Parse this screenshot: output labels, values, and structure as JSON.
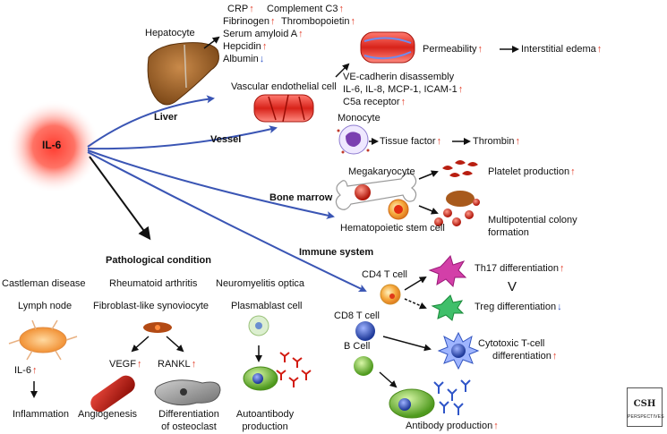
{
  "center": {
    "label": "IL-6"
  },
  "branches": {
    "liver": "Liver",
    "vessel": "Vessel",
    "bone_marrow": "Bone marrow",
    "immune": "Immune system",
    "pathological": "Pathological condition"
  },
  "liver": {
    "hepatocyte": "Hepatocyte",
    "crp": "CRP",
    "complement": "Complement C3",
    "fibrinogen": "Fibrinogen",
    "thrombopoietin": "Thrombopoietin",
    "saa": "Serum amyloid A",
    "hepcidin": "Hepcidin",
    "albumin": "Albumin"
  },
  "vessel": {
    "endothelial": "Vascular endothelial cell",
    "permeability": "Permeability",
    "edema": "Interstitial edema",
    "vecad": "VE-cadherin disassembly",
    "cytokines": "IL-6, IL-8, MCP-1, ICAM-1",
    "c5a": "C5a receptor",
    "monocyte": "Monocyte",
    "tissue_factor": "Tissue factor",
    "thrombin": "Thrombin"
  },
  "marrow": {
    "megakaryocyte": "Megakaryocyte",
    "platelet": "Platelet production",
    "hsc": "Hematopoietic stem cell",
    "multipotential_1": "Multipotential colony",
    "multipotential_2": "formation"
  },
  "immune": {
    "cd4": "CD4 T cell",
    "th17": "Th17 differentiation",
    "treg": "Treg differentiation",
    "cd8": "CD8 T cell",
    "cytotoxic_1": "Cytotoxic T-cell",
    "cytotoxic_2": "differentiation",
    "bcell": "B Cell",
    "antibody": "Antibody production",
    "compare": "V"
  },
  "pathology": {
    "castleman": "Castleman disease",
    "ra": "Rheumatoid arthritis",
    "nmo": "Neuromyelitis optica",
    "lymph_node": "Lymph node",
    "fls": "Fibroblast-like synoviocyte",
    "plasmablast": "Plasmablast cell",
    "il6": "IL-6",
    "vegf": "VEGF",
    "rankl": "RANKL",
    "inflammation": "Inflammation",
    "angiogenesis": "Angiogenesis",
    "osteoclast_1": "Differentiation",
    "osteoclast_2": "of osteoclast",
    "auto_1": "Autoantibody",
    "auto_2": "production"
  },
  "logo": {
    "top": "CSH",
    "bottom": "PERSPECTIVES"
  },
  "colors": {
    "up_arrow": "#e23a26",
    "down_arrow": "#2f55c8",
    "branch_line": "#3a55b4",
    "il6_glow": "#ff3b2f"
  },
  "icons": [
    "liver-icon",
    "vessel-icon",
    "monocyte-icon",
    "bone-icon",
    "stem-cell-icon",
    "t-cell-icon",
    "b-cell-icon",
    "lymph-node-icon",
    "synoviocyte-icon",
    "osteoclast-icon",
    "plasmablast-icon",
    "antibody-icon",
    "platelet-icon"
  ]
}
